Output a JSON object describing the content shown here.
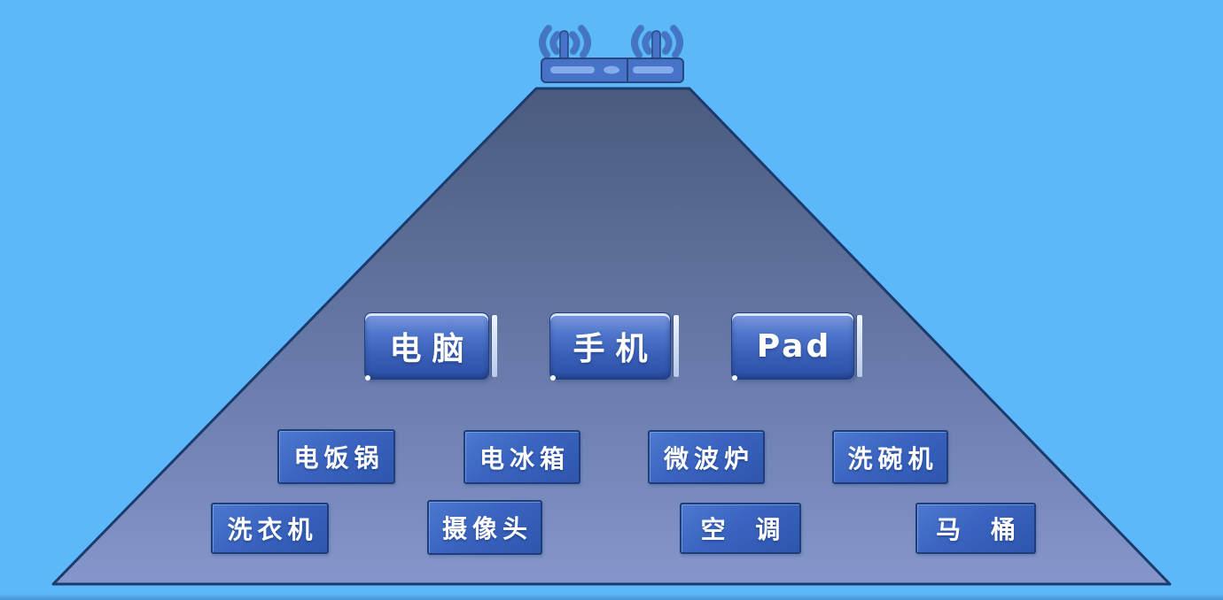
{
  "icons": {
    "router": "wifi-router-icon",
    "signal": "wifi-signal-waves-icon"
  },
  "devices": {
    "row1": [
      "电脑",
      "手机",
      "Pad"
    ],
    "row2": [
      "电饭锅",
      "电冰箱",
      "微波炉",
      "洗碗机"
    ],
    "row3": [
      "洗衣机",
      "摄像头",
      "空 调",
      "马 桶"
    ]
  },
  "colors": {
    "background": "#5cb8f8",
    "router_blue": "#4673c8",
    "router_outline": "#28477e",
    "router_slot": "#85abec",
    "coverage_gradient_top": "#4a5b7e",
    "coverage_gradient_bottom": "#8496cb",
    "coverage_outline": "#1d3a6e",
    "device_button_blue": "#3a64c0",
    "device_button_border": "#1e3d7a",
    "label_text": "#ffffff"
  }
}
